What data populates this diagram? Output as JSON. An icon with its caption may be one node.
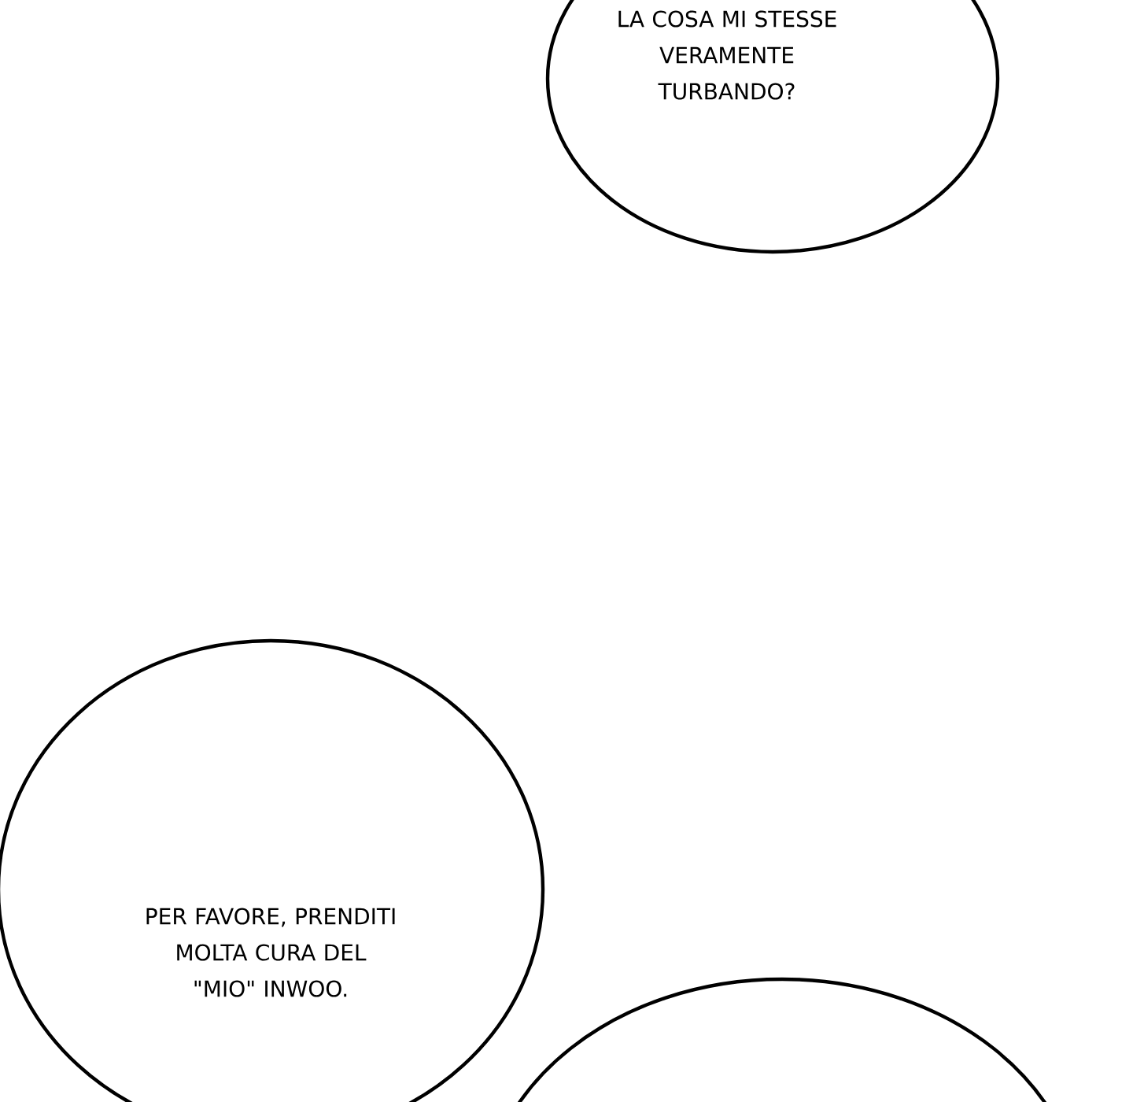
{
  "diagram": {
    "nodes": [
      {
        "text": [
          "LA COSA MI STESSE VERAMENTE TURBANDO?"
        ]
      },
      {
        "text": [
          "PER FAVORE, PRENDITI MOLTA CURA DEL \"MIO\" INWOO."
        ]
      },
      {
        "text": [],
        "shape": "circle"
      }
    ]
  }
}
